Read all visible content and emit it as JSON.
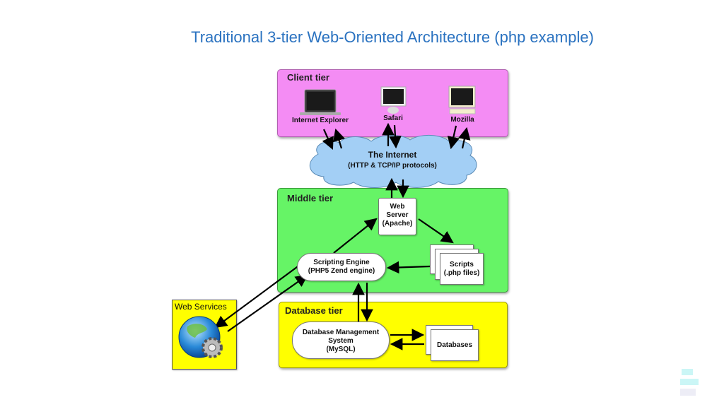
{
  "title": "Traditional 3-tier Web-Oriented Architecture (php example)",
  "client_tier": {
    "label": "Client tier",
    "clients": [
      "Internet Explorer",
      "Safari",
      "Mozilla"
    ]
  },
  "internet": {
    "label": "The Internet",
    "sublabel": "(HTTP & TCP/IP protocols)"
  },
  "middle_tier": {
    "label": "Middle tier",
    "web_server": [
      "Web",
      "Server",
      "(Apache)"
    ],
    "scripting_engine": [
      "Scripting Engine",
      "(PHP5 Zend engine)"
    ],
    "scripts": [
      "Scripts",
      "(.php files)"
    ]
  },
  "database_tier": {
    "label": "Database tier",
    "dbms": [
      "Database Management",
      "System",
      "(MySQL)"
    ],
    "databases": "Databases"
  },
  "web_services": {
    "label": "Web Services"
  },
  "colors": {
    "client": "#f48cf4",
    "internet": "#a3cff5",
    "middle": "#66f466",
    "database": "#ffff00",
    "title": "#2a72c0"
  }
}
